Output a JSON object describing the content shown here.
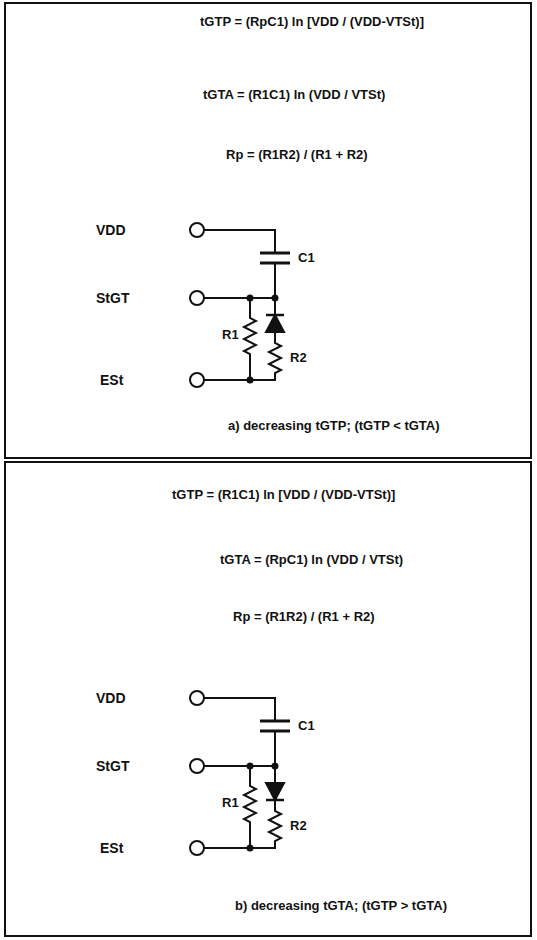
{
  "diagram": {
    "labels": [
      "tGTP = (RpC1) ln [VDD / (VDD-VTSt)]",
      "tGTA = (R1C1) ln (VDD / VTSt)",
      "Rp = (R1R2) / (R1 + R2)",
      "VDD",
      "StGT",
      "C1",
      "R1",
      "R2",
      "ESt",
      "a) decreasing tGTP; (tGTP < tGTA)",
      "tGTP = (R1C1) ln [VDD / (VDD-VTSt)]",
      "tGTA = (RpC1) ln (VDD / VTSt)",
      "Rp = (R1R2) / (R1 + R2)",
      "VDD",
      "StGT",
      "C1",
      "R1",
      "R2",
      "ESt",
      "b) decreasing tGTA; (tGTP > tGTA)"
    ]
  }
}
